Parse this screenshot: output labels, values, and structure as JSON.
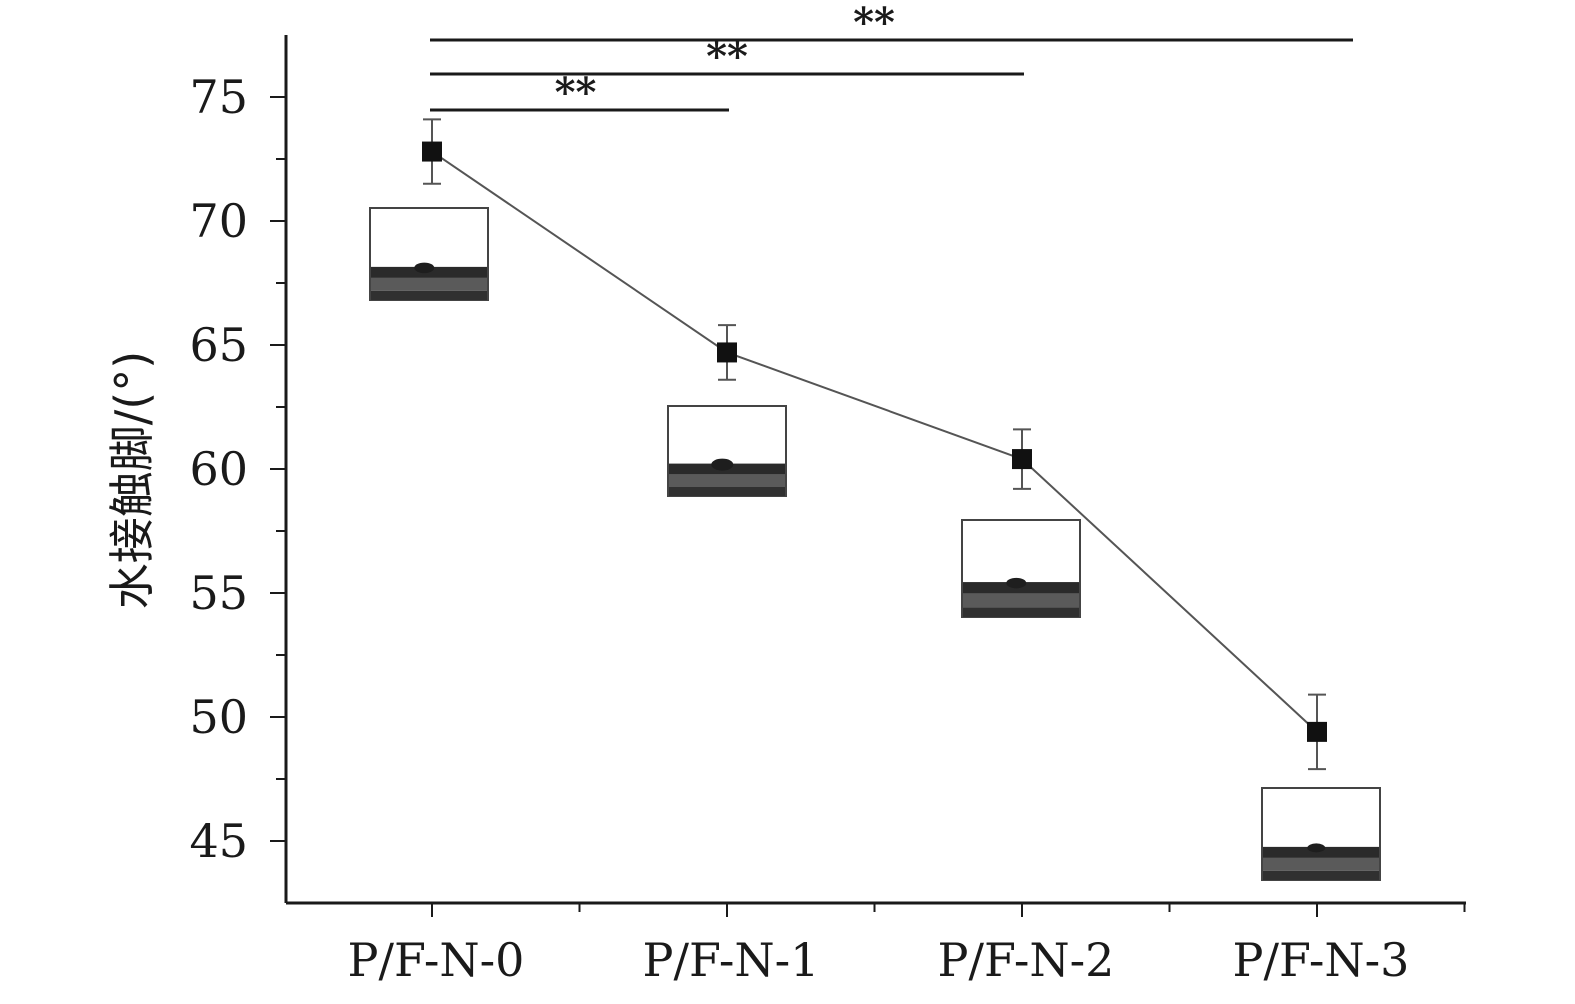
{
  "chart_data": {
    "type": "line",
    "categories": [
      "P/F-N-0",
      "P/F-N-1",
      "P/F-N-2",
      "P/F-N-3"
    ],
    "series": [
      {
        "values": [
          72.8,
          64.7,
          60.4,
          49.4
        ],
        "error": [
          1.3,
          1.1,
          1.2,
          1.5
        ]
      }
    ],
    "ylabel": "水接触脚/(°)",
    "xlabel": "",
    "ylim": [
      42.5,
      77.5
    ],
    "yticks": [
      45,
      50,
      55,
      60,
      65,
      70,
      75
    ],
    "significance": [
      {
        "from": "P/F-N-0",
        "to": "P/F-N-1",
        "label": "**"
      },
      {
        "from": "P/F-N-0",
        "to": "P/F-N-2",
        "label": "**"
      },
      {
        "from": "P/F-N-0",
        "to": "P/F-N-3",
        "label": "**"
      }
    ],
    "insets": [
      "droplet-photo",
      "droplet-photo",
      "droplet-photo",
      "droplet-photo"
    ],
    "grid": false,
    "legend": "none",
    "colors": {
      "line": "#555555",
      "marker": "#111111",
      "axis": "#1a1a1a"
    }
  }
}
